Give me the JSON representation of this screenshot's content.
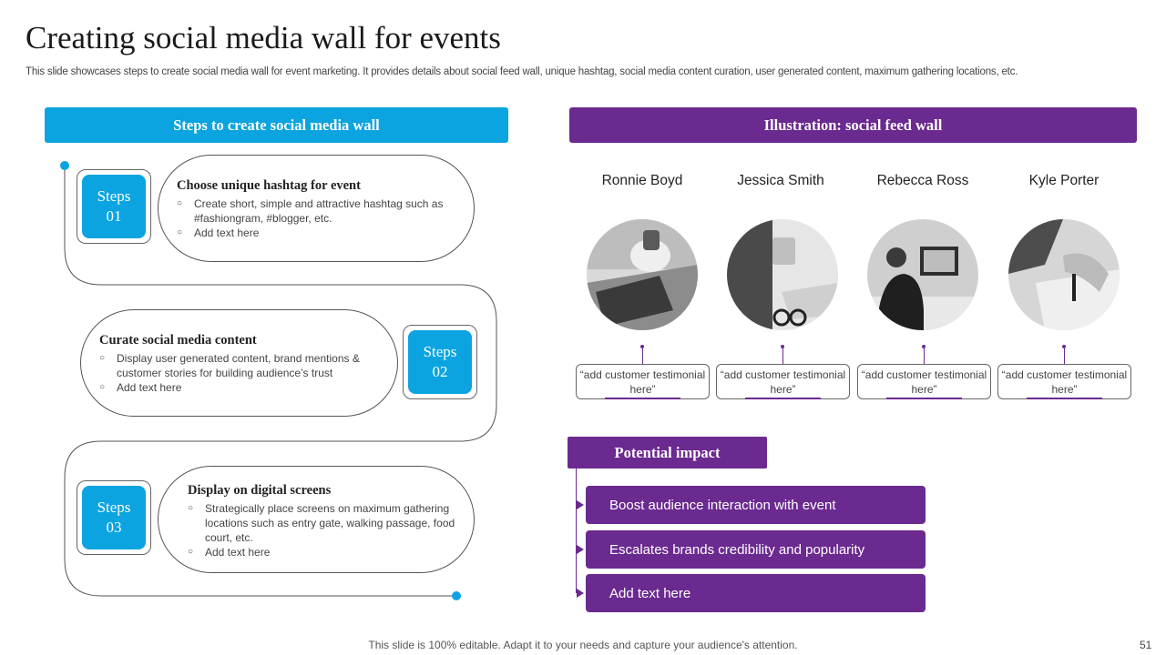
{
  "title": "Creating social media wall for events",
  "subtitle": "This slide showcases steps to create social media wall for event marketing. It provides details about social feed wall, unique hashtag, social media content curation, user generated content, maximum gathering locations, etc.",
  "steps_header": "Steps to create social media wall",
  "illustration_header": "Illustration: social feed wall",
  "steps": [
    {
      "word": "Steps",
      "number": "01",
      "heading": "Choose unique hashtag for event",
      "bullets": [
        "Create short, simple and attractive hashtag such as #fashiongram, #blogger, etc.",
        "Add text here"
      ]
    },
    {
      "word": "Steps",
      "number": "02",
      "heading": "Curate social media content",
      "bullets": [
        "Display user generated content, brand mentions & customer stories for building audience’s trust",
        "Add text here"
      ]
    },
    {
      "word": "Steps",
      "number": "03",
      "heading": "Display on digital screens",
      "bullets": [
        "Strategically place screens on maximum gathering locations such as entry gate, walking passage, food court, etc.",
        "Add text here"
      ]
    }
  ],
  "people": [
    {
      "name": "Ronnie Boyd",
      "testimonial": "“add customer testimonial here”"
    },
    {
      "name": "Jessica Smith",
      "testimonial": "“add customer testimonial here”"
    },
    {
      "name": "Rebecca Ross",
      "testimonial": "“add customer testimonial here”"
    },
    {
      "name": "Kyle Porter",
      "testimonial": "“add customer testimonial here”"
    }
  ],
  "impact_header": "Potential impact",
  "impacts": [
    "Boost audience interaction with event",
    "Escalates brands credibility and popularity",
    "Add text here"
  ],
  "footer": "This slide is 100% editable. Adapt it to your needs and capture your audience's attention.",
  "page_number": "51",
  "colors": {
    "blue": "#0ba4e0",
    "purple": "#6b2a8f"
  }
}
